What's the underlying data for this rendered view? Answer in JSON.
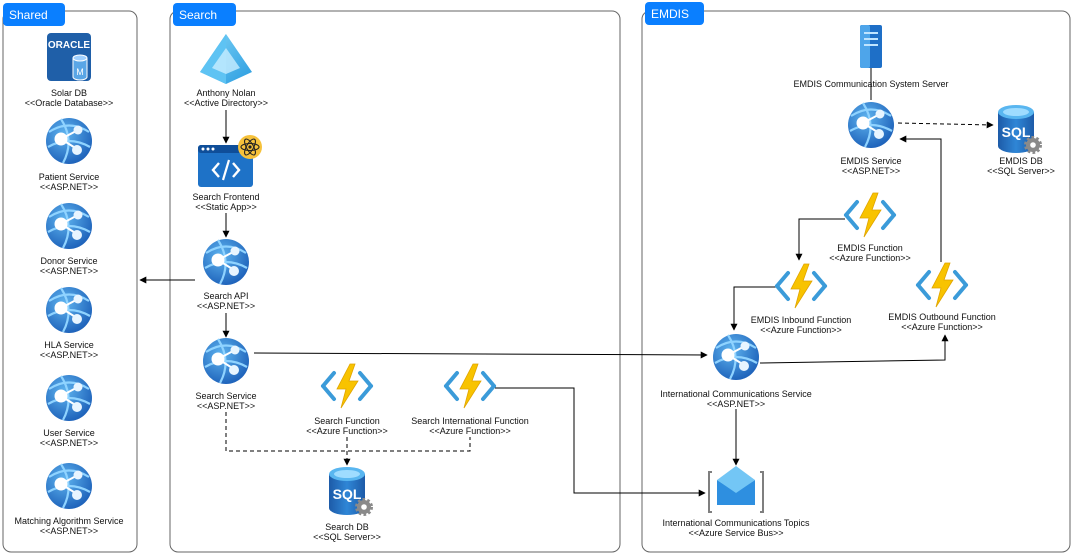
{
  "groups": {
    "shared": "Shared",
    "search": "Search",
    "emdis": "EMDIS"
  },
  "nodes": {
    "solar_db": {
      "name": "Solar DB",
      "type": "<<Oracle Database>>",
      "logo": "ORACLE",
      "logo_letter": "M"
    },
    "patient_service": {
      "name": "Patient Service",
      "type": "<<ASP.NET>>"
    },
    "donor_service": {
      "name": "Donor Service",
      "type": "<<ASP.NET>>"
    },
    "hla_service": {
      "name": "HLA Service",
      "type": "<<ASP.NET>>"
    },
    "user_service": {
      "name": "User Service",
      "type": "<<ASP.NET>>"
    },
    "matching_service": {
      "name": "Matching Algorithm Service",
      "type": "<<ASP.NET>>"
    },
    "anthony_nolan": {
      "name": "Anthony Nolan",
      "type": "<<Active Directory>>"
    },
    "search_frontend": {
      "name": "Search Frontend",
      "type": "<<Static App>>"
    },
    "search_api": {
      "name": "Search API",
      "type": "<<ASP.NET>>"
    },
    "search_service": {
      "name": "Search Service",
      "type": "<<ASP.NET>>"
    },
    "search_function": {
      "name": "Search Function",
      "type": "<<Azure Function>>"
    },
    "search_intl_function": {
      "name": "Search International Function",
      "type": "<<Azure Function>>"
    },
    "search_db": {
      "name": "Search DB",
      "type": "<<SQL Server>>",
      "logo": "SQL"
    },
    "emdis_server": {
      "name": "EMDIS Communication System Server"
    },
    "emdis_service": {
      "name": "EMDIS Service",
      "type": "<<ASP.NET>>"
    },
    "emdis_db": {
      "name": "EMDIS DB",
      "type": "<<SQL Server>>",
      "logo": "SQL"
    },
    "emdis_function": {
      "name": "EMDIS Function",
      "type": "<<Azure Function>>"
    },
    "emdis_inbound": {
      "name": "EMDIS Inbound Function",
      "type": "<<Azure Function>>"
    },
    "emdis_outbound": {
      "name": "EMDIS Outbound Function",
      "type": "<<Azure Function>>"
    },
    "intl_comms_service": {
      "name": "International Communications Service",
      "type": "<<ASP.NET>>"
    },
    "intl_comms_topics": {
      "name": "International Communications Topics",
      "type": "<<Azure Service Bus>>"
    }
  },
  "colors": {
    "group_tab": "#0a7fff",
    "group_border": "#666666",
    "azure_blue": "#1e72c7",
    "azure_light": "#50c8f0",
    "function_yellow": "#f8c300",
    "function_blue": "#3b9bd9",
    "oracle_blue": "#1f5fa8"
  }
}
